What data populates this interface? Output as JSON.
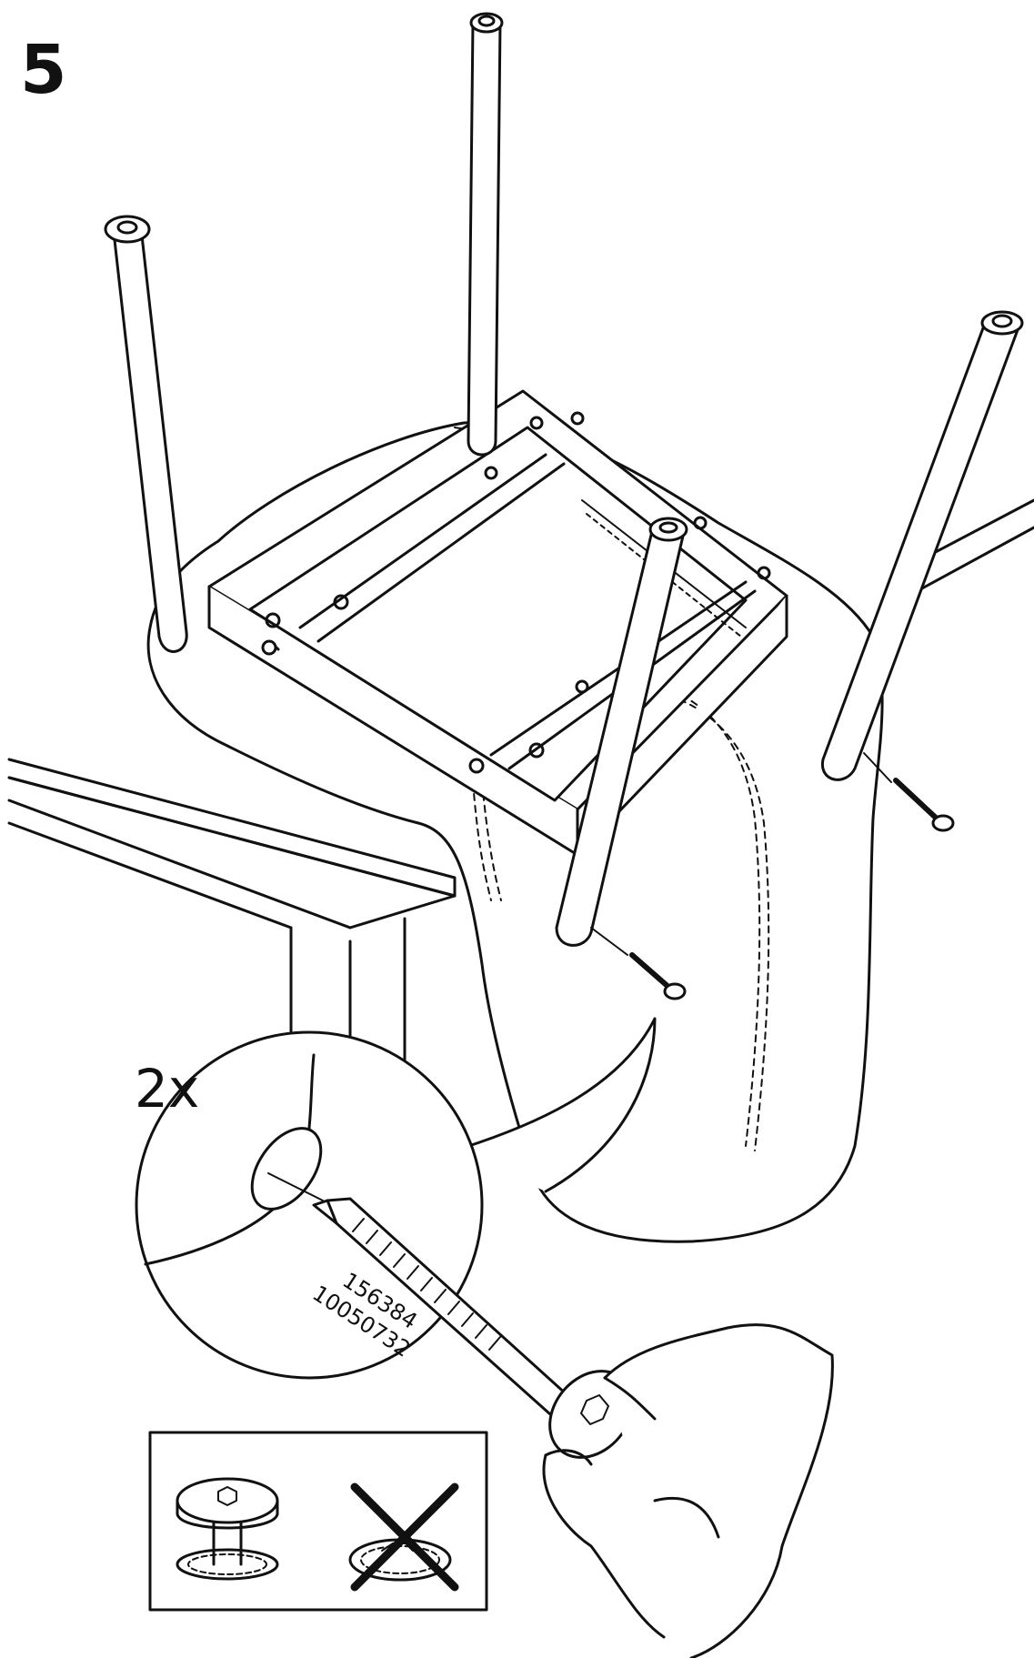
{
  "step": {
    "number": "5"
  },
  "callout": {
    "quantity": "2x"
  },
  "part": {
    "code_1": "156384",
    "code_2": "10050732"
  },
  "icons": {
    "correct": "flush-bolt-head-icon",
    "incorrect": "overtightened-bolt-crossed-icon"
  },
  "colors": {
    "ink": "#111111",
    "paper": "#ffffff"
  }
}
